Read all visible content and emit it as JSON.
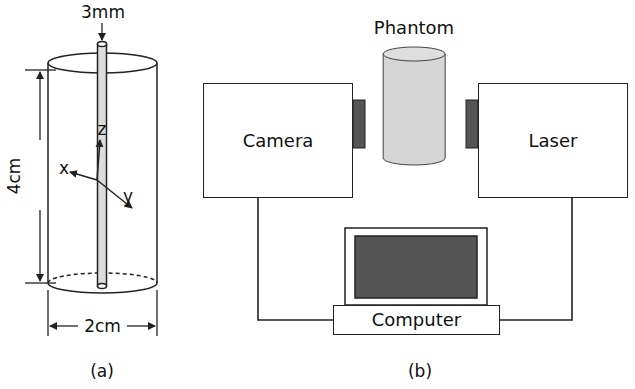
{
  "diagram": {
    "nodes": [
      {
        "text": [
          "Phantom"
        ]
      },
      {
        "text": [
          "Camera"
        ]
      },
      {
        "text": [
          "Laser"
        ]
      },
      {
        "text": [
          "Computer"
        ]
      }
    ],
    "edges": [
      {
        "from": 1,
        "to": 3,
        "arrow": "none"
      },
      {
        "from": 2,
        "to": 3,
        "arrow": "none"
      }
    ],
    "labels": [
      "3mm",
      "4cm",
      "2cm",
      "x",
      "z",
      "y",
      "(a)",
      "(b)"
    ]
  }
}
